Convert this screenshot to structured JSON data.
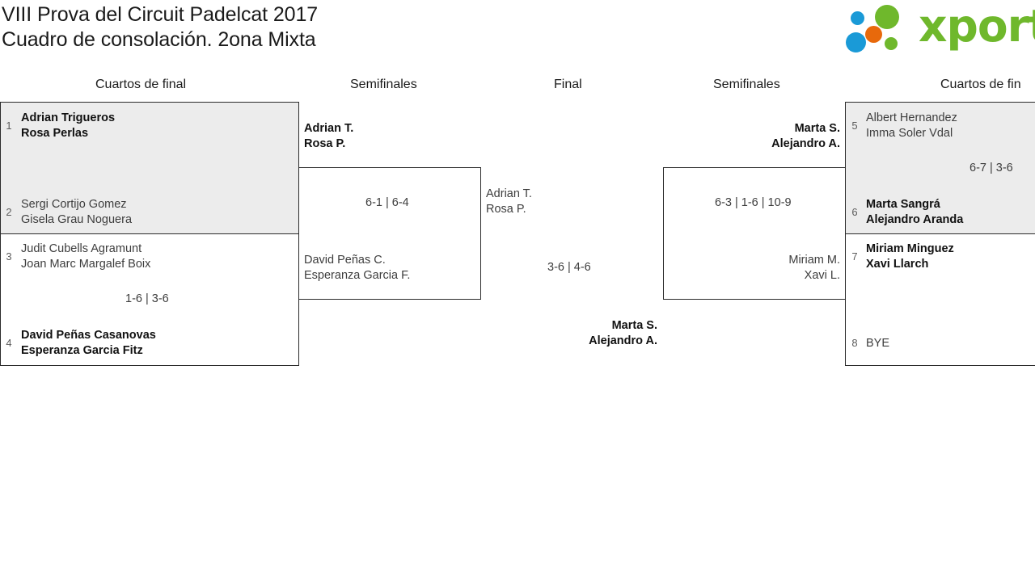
{
  "header": {
    "title_line1": "VIII Prova del Circuit Padelcat 2017",
    "title_line2": "Cuadro de consolación. 2ona Mixta",
    "logo_text": "xporty",
    "logo_colors": {
      "green": "#6fb82c",
      "blue": "#0f9bd7",
      "orange": "#e8690b"
    }
  },
  "rounds": [
    {
      "label": "Cuartos de final"
    },
    {
      "label": "Semifinales"
    },
    {
      "label": "Final"
    },
    {
      "label": "Semifinales"
    },
    {
      "label": "Cuartos de fin"
    }
  ],
  "bracket": {
    "left_quarterfinals": [
      {
        "score": "",
        "top": {
          "seed": "1",
          "line1": "Adrian Trigueros",
          "line2": "Rosa Perlas",
          "winner": true
        },
        "bottom": {
          "seed": "2",
          "line1": "Sergi Cortijo Gomez",
          "line2": "Gisela Grau Noguera",
          "winner": false
        }
      },
      {
        "score": "1-6 | 3-6",
        "top": {
          "seed": "3",
          "line1": "Judit Cubells Agramunt",
          "line2": "Joan Marc Margalef Boix",
          "winner": false
        },
        "bottom": {
          "seed": "4",
          "line1": "David Peñas Casanovas",
          "line2": "Esperanza Garcia Fitz",
          "winner": true
        }
      }
    ],
    "left_semifinal": {
      "score": "6-1 | 6-4",
      "top": {
        "line1": "Adrian T.",
        "line2": "Rosa P.",
        "winner": true
      },
      "bottom": {
        "line1": "David Peñas C.",
        "line2": "Esperanza Garcia F.",
        "winner": false
      }
    },
    "final": {
      "score": "3-6 | 4-6",
      "top": {
        "line1": "Adrian T.",
        "line2": "Rosa P.",
        "winner": false
      },
      "bottom": {
        "line1": "Marta S.",
        "line2": "Alejandro A.",
        "winner": true
      }
    },
    "right_semifinal": {
      "score": "6-3 | 1-6 | 10-9",
      "top": {
        "line1": "Marta S.",
        "line2": "Alejandro A.",
        "winner": true
      },
      "bottom": {
        "line1": "Miriam M.",
        "line2": "Xavi L.",
        "winner": false
      }
    },
    "right_quarterfinals": [
      {
        "score": "6-7 | 3-6",
        "top": {
          "seed": "5",
          "line1": "Albert Hernandez",
          "line2": "Imma Soler Vdal",
          "winner": false
        },
        "bottom": {
          "seed": "6",
          "line1": "Marta Sangrá",
          "line2": "Alejandro Aranda",
          "winner": true
        }
      },
      {
        "score": "",
        "top": {
          "seed": "7",
          "line1": "Miriam Minguez",
          "line2": "Xavi Llarch",
          "winner": true
        },
        "bottom": {
          "seed": "8",
          "line1": "BYE",
          "line2": "",
          "winner": false
        }
      }
    ]
  }
}
